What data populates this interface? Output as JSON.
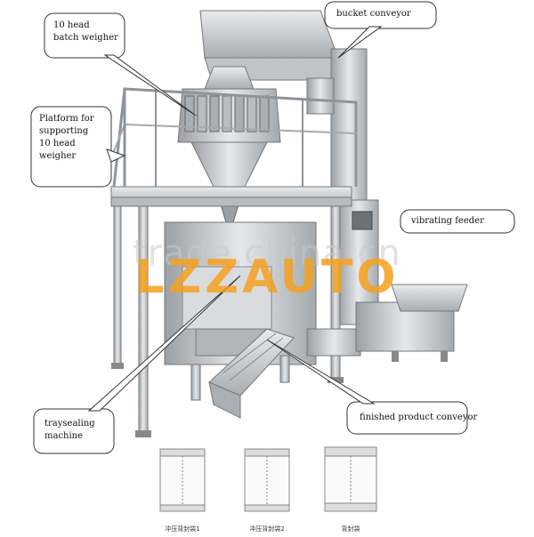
{
  "callouts": {
    "batch_weigher": "10 head\nbatch weigher",
    "bucket_conveyor": "bucket conveyor",
    "platform": "Platform for\nsupporting\n10 head\nweigher",
    "vibrating_feeder": "vibrating feeder",
    "traysealing": "traysealing\nmachine",
    "finished_conveyor": "finished product conveyor"
  },
  "watermark": "trade.china.cn",
  "brand_overlay": "LZZAUTO",
  "packages": [
    {
      "label": "冲压背封袋1"
    },
    {
      "label": "冲压背封袋2"
    },
    {
      "label": "背封袋"
    }
  ],
  "colors": {
    "steel": "#cfd3d6",
    "steel_dark": "#8e9499",
    "brand": "#f6a01e"
  }
}
